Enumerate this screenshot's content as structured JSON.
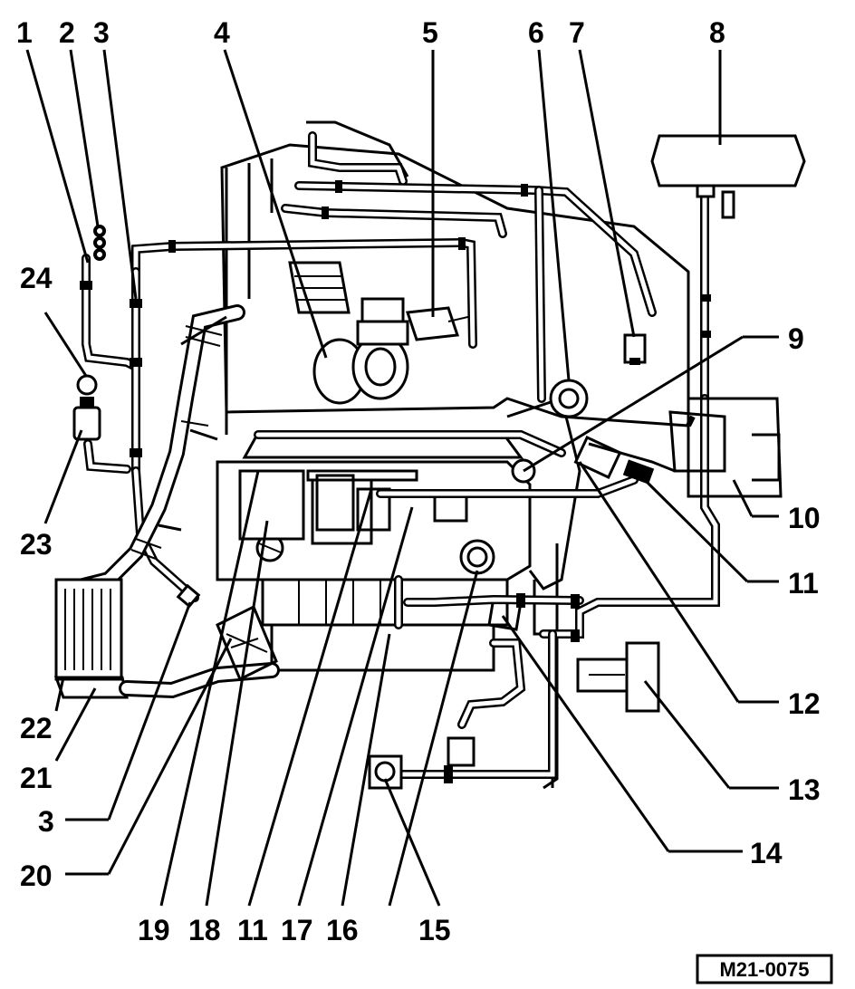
{
  "callouts_top": [
    "1",
    "2",
    "3",
    "4",
    "5",
    "6",
    "7",
    "8"
  ],
  "callouts_right": [
    "9",
    "10",
    "11",
    "12",
    "13",
    "14"
  ],
  "callouts_left": [
    "24",
    "23",
    "22",
    "21",
    "3",
    "20"
  ],
  "callouts_bottom": [
    "19",
    "18",
    "11",
    "17",
    "16",
    "15"
  ],
  "reference_code": "M21-0075"
}
